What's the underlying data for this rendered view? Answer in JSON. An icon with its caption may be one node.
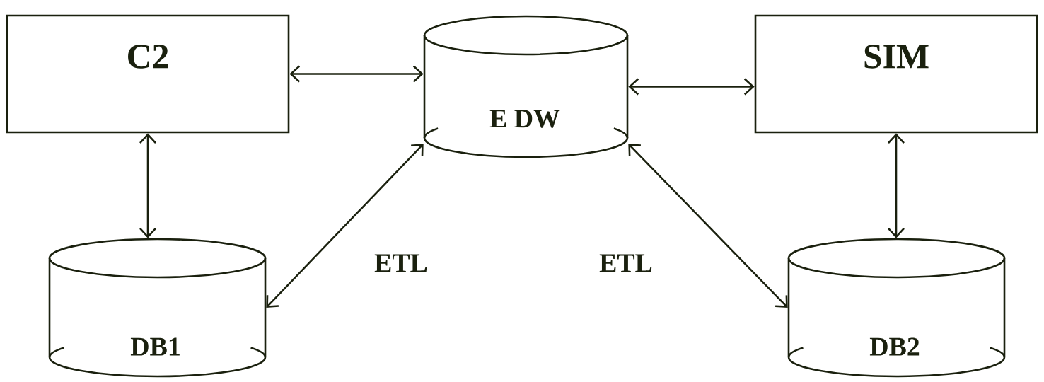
{
  "diagram": {
    "nodes": [
      {
        "text": [
          "C2"
        ]
      },
      {
        "text": [
          "E DW"
        ]
      },
      {
        "text": [
          "SIM"
        ]
      },
      {
        "text": [
          "DB1"
        ]
      },
      {
        "text": [
          "DB2"
        ]
      }
    ],
    "edges": [
      {
        "from": 0,
        "to": 1,
        "arrow": "both"
      },
      {
        "from": 1,
        "to": 2,
        "arrow": "both"
      },
      {
        "from": 0,
        "to": 3,
        "arrow": "both"
      },
      {
        "from": 1,
        "to": 3,
        "arrow": "both"
      },
      {
        "from": 2,
        "to": 4,
        "arrow": "both"
      },
      {
        "from": 1,
        "to": 4,
        "arrow": "both"
      }
    ],
    "labels": [
      "ETL",
      "ETL"
    ]
  }
}
